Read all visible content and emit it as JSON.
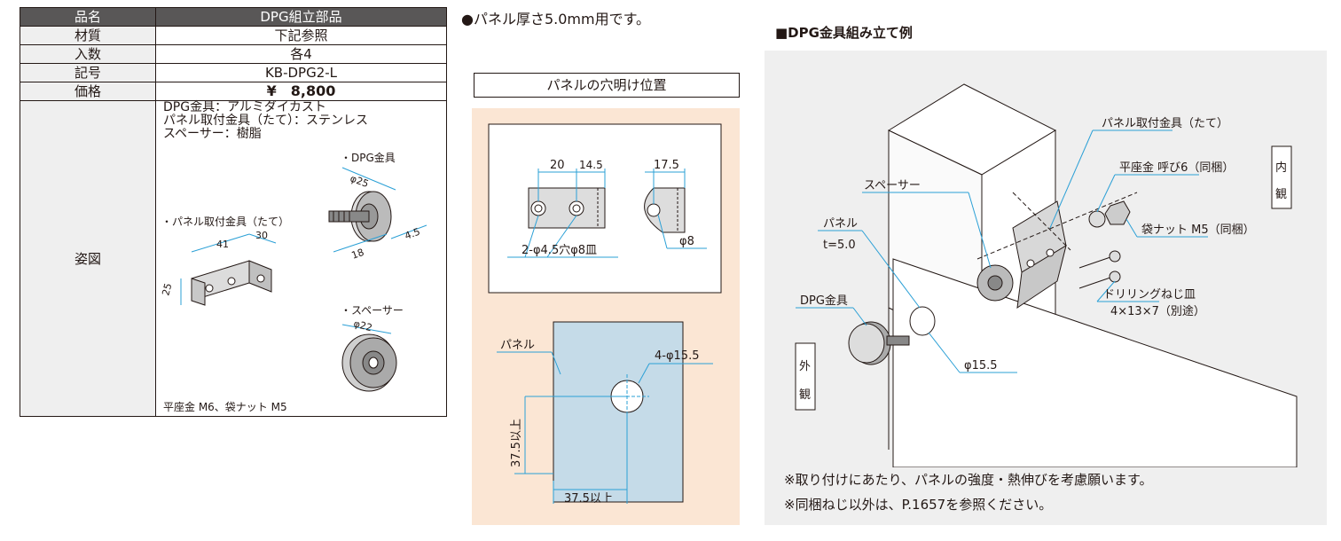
{
  "table": {
    "rows": [
      {
        "label": "品名",
        "value": "DPG組立部品"
      },
      {
        "label": "材質",
        "value": "下記参照"
      },
      {
        "label": "入数",
        "value": "各4"
      },
      {
        "label": "記号",
        "value": "KB-DPG2-L"
      },
      {
        "label": "価格",
        "value": "¥　8,800"
      }
    ],
    "figure_label": "姿図",
    "materials": [
      "DPG金具：アルミダイカスト",
      "パネル取付金具（たて）：ステンレス",
      "スペーサー：樹脂"
    ],
    "callouts": {
      "dpg": "・DPG金具",
      "bracket": "・パネル取付金具（たて）",
      "spacer": "・スペーサー"
    },
    "dims": {
      "d25": "φ25",
      "d4_5": "4.5",
      "d18": "18",
      "d41": "41",
      "d30": "30",
      "d25b": "25",
      "d22": "φ22"
    },
    "footer": "平座金 M6、袋ナット M5"
  },
  "middle": {
    "note": "●パネル厚さ5.0mm用です。",
    "box_title": "パネルの穴明け位置",
    "dims": {
      "d20": "20",
      "d14_5": "14.5",
      "d17_5": "17.5",
      "holes": "2-φ4.5穴φ8皿",
      "d8": "φ8",
      "panel": "パネル",
      "hole4": "4-φ15.5",
      "vert": "37.5以上",
      "horiz": "37.5以上"
    }
  },
  "right": {
    "title": "■DPG金具組み立て例",
    "labels": {
      "bracket": "パネル取付金具（たて）",
      "washer": "平座金 呼び6（同梱）",
      "spacer": "スペーサー",
      "nut": "袋ナット M5（同梱）",
      "panel": "パネル",
      "thickness": "t=5.0",
      "screw1": "ドリリングねじ皿",
      "screw2": "4×13×7（別途）",
      "dpg": "DPG金具",
      "hole": "φ15.5",
      "inside1": "内",
      "inside2": "観",
      "outside1": "外",
      "outside2": "観"
    },
    "notes": [
      "※取り付けにあたり、パネルの強度・熱伸びを考慮願います。",
      "※同梱ねじ以外は、P.1657を参照ください。"
    ]
  },
  "colors": {
    "header_bg": "#595757",
    "peach_bg": "#fbe6d4",
    "panel_blue": "#c5dbe8",
    "assembly_bg": "#efefef",
    "leader_blue": "#2ba0d6"
  }
}
